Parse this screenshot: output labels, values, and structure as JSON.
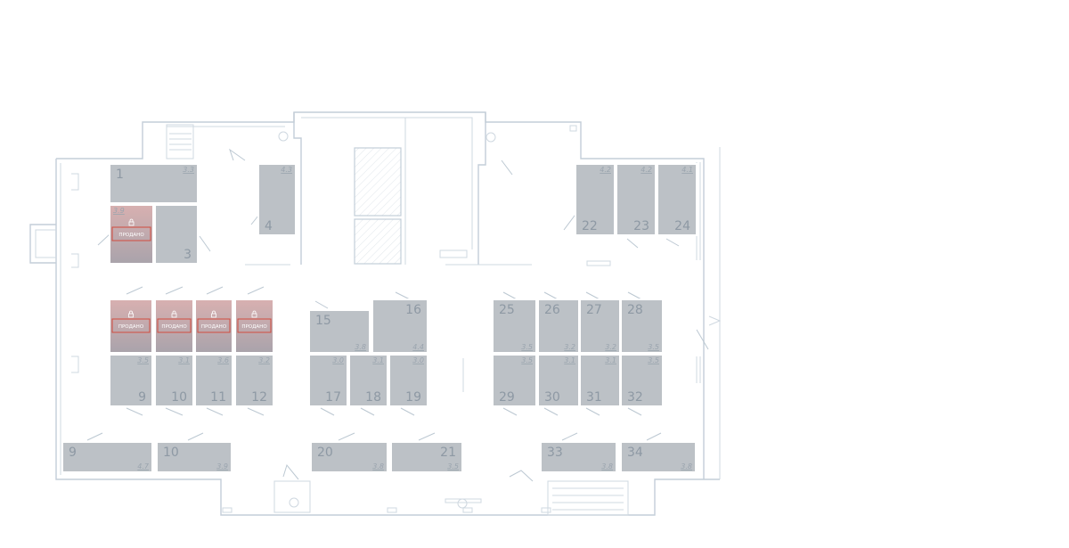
{
  "sold_label": "ПРОДАНО",
  "colors": {
    "wall": "#c3ced8",
    "unit_fill": "#bcc1c6",
    "unit_text": "#8e99a4",
    "sold_top": "#d8b0b0",
    "sold_bottom": "#a9a3ab",
    "sold_border": "#d24b3e"
  },
  "units": [
    {
      "id": "u1",
      "number": "1",
      "area": "3.3",
      "sold": false
    },
    {
      "id": "u2",
      "number": "",
      "area": "3.9",
      "sold": true
    },
    {
      "id": "u3",
      "number": "3",
      "area": "",
      "sold": false
    },
    {
      "id": "u4",
      "number": "4",
      "area": "4.3",
      "sold": false
    },
    {
      "id": "u5",
      "number": "",
      "area": "",
      "sold": true
    },
    {
      "id": "u6",
      "number": "",
      "area": "",
      "sold": true
    },
    {
      "id": "u7",
      "number": "",
      "area": "",
      "sold": true
    },
    {
      "id": "u8",
      "number": "",
      "area": "",
      "sold": true
    },
    {
      "id": "u9",
      "number": "9",
      "area": "3.5",
      "sold": false
    },
    {
      "id": "u10",
      "number": "10",
      "area": "3.1",
      "sold": false
    },
    {
      "id": "u11",
      "number": "11",
      "area": "3.6",
      "sold": false
    },
    {
      "id": "u12",
      "number": "12",
      "area": "3.2",
      "sold": false
    },
    {
      "id": "u15",
      "number": "15",
      "area": "3.8",
      "sold": false
    },
    {
      "id": "u16",
      "number": "16",
      "area": "4.4",
      "sold": false
    },
    {
      "id": "u17",
      "number": "17",
      "area": "3.0",
      "sold": false
    },
    {
      "id": "u18",
      "number": "18",
      "area": "3.1",
      "sold": false
    },
    {
      "id": "u19",
      "number": "19",
      "area": "3.0",
      "sold": false
    },
    {
      "id": "u22",
      "number": "22",
      "area": "4.2",
      "sold": false
    },
    {
      "id": "u23",
      "number": "23",
      "area": "4.2",
      "sold": false
    },
    {
      "id": "u24",
      "number": "24",
      "area": "4.1",
      "sold": false
    },
    {
      "id": "u25",
      "number": "25",
      "area": "3.5",
      "sold": false
    },
    {
      "id": "u26",
      "number": "26",
      "area": "3.2",
      "sold": false
    },
    {
      "id": "u27",
      "number": "27",
      "area": "3.2",
      "sold": false
    },
    {
      "id": "u28",
      "number": "28",
      "area": "3.5",
      "sold": false
    },
    {
      "id": "u29",
      "number": "29",
      "area": "3.5",
      "sold": false
    },
    {
      "id": "u30",
      "number": "30",
      "area": "3.1",
      "sold": false
    },
    {
      "id": "u31",
      "number": "31",
      "area": "3.1",
      "sold": false
    },
    {
      "id": "u32",
      "number": "32",
      "area": "3.5",
      "sold": false
    },
    {
      "id": "b9",
      "number": "9",
      "area": "4.7",
      "sold": false
    },
    {
      "id": "b10",
      "number": "10",
      "area": "3.9",
      "sold": false
    },
    {
      "id": "u20",
      "number": "20",
      "area": "3.8",
      "sold": false
    },
    {
      "id": "u21",
      "number": "21",
      "area": "3.5",
      "sold": false
    },
    {
      "id": "u33",
      "number": "33",
      "area": "3.8",
      "sold": false
    },
    {
      "id": "u34",
      "number": "34",
      "area": "3.8",
      "sold": false
    }
  ]
}
